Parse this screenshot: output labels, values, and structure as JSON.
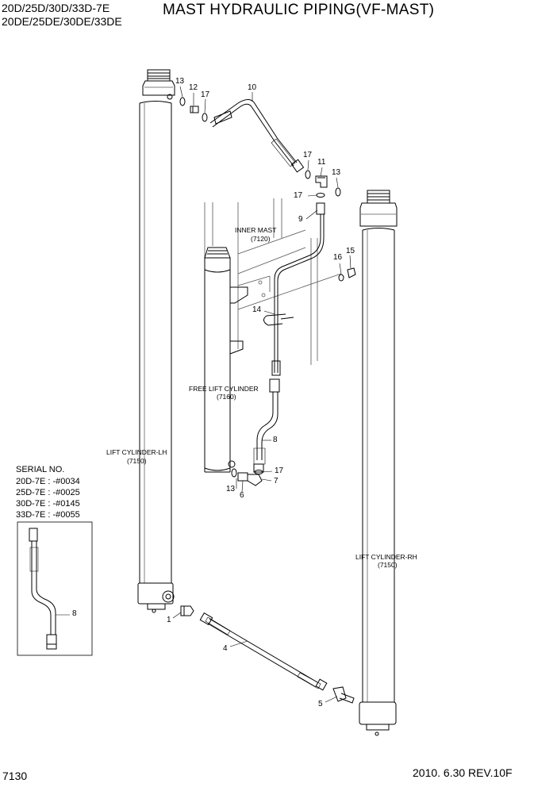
{
  "header": {
    "models_line1": "20D/25D/30D/33D-7E",
    "models_line2": "20DE/25DE/30DE/33DE",
    "title": "MAST HYDRAULIC PIPING(VF-MAST)"
  },
  "labels": {
    "inner_mast": "INNER MAST",
    "inner_mast_code": "(7120)",
    "free_lift": "FREE LIFT CYLINDER",
    "free_lift_code": "(7160)",
    "lift_lh": "LIFT CYLINDER-LH",
    "lift_lh_code": "(7150)",
    "lift_rh": "LIFT CYLINDER-RH",
    "lift_rh_code": "(7150)"
  },
  "serial": {
    "heading": "SERIAL NO.",
    "lines": [
      "20D-7E : -#0034",
      "25D-7E : -#0025",
      "30D-7E : -#0145",
      "33D-7E : -#0055"
    ],
    "inset_callout": "8"
  },
  "callouts": {
    "c13a": "13",
    "c12": "12",
    "c17a": "17",
    "c10": "10",
    "c17b": "17",
    "c11": "11",
    "c13b": "13",
    "c17c": "17",
    "c9": "9",
    "c16": "16",
    "c15": "15",
    "c14": "14",
    "c8": "8",
    "c17d": "17",
    "c7": "7",
    "c13c": "13",
    "c6": "6",
    "c1": "1",
    "c4": "4",
    "c5": "5"
  },
  "footer": {
    "page": "7130",
    "date_rev": "2010. 6.30  REV.10F"
  }
}
